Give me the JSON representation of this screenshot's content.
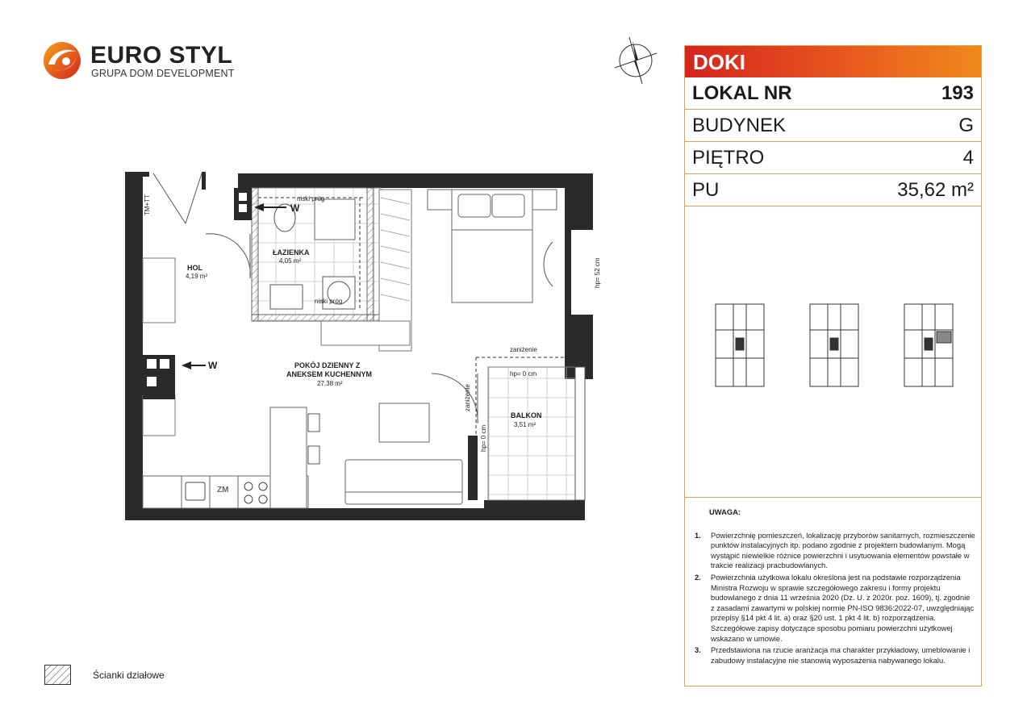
{
  "brand": {
    "name": "EURO STYL",
    "subtitle": "GRUPA DOM DEVELOPMENT"
  },
  "panel": {
    "project": "DOKI",
    "rows": [
      {
        "label": "LOKAL NR",
        "value": "193"
      },
      {
        "label": "BUDYNEK",
        "value": "G"
      },
      {
        "label": "PIĘTRO",
        "value": "4"
      },
      {
        "label": "PU",
        "value": "35,62 m²"
      }
    ],
    "notes_title": "UWAGA:",
    "notes": [
      {
        "num": "1.",
        "text": "Powierzchnię pomieszczeń, lokalizację przyborów sanitarnych, rozmieszczenie punktów instalacyjnych itp. podano zgodnie z projektem budowlanym. Mogą wystąpić niewielkie różnice powierzchni i usytuowania elementów powstałe w trakcie realizacji pracbudowlanych."
      },
      {
        "num": "2.",
        "text": "Powierzchnia użytkowa lokalu określona jest na podstawie rozporządzenia Ministra Rozwoju w sprawie szczegółowego zakresu i formy projektu budowlanego z dnia 11 września 2020 (Dz. U. z 2020r. poz. 1609), tj. zgodnie z zasadami zawartymi w polskiej normie PN-ISO 9836:2022-07, uwzględniając przepisy §14 pkt 4 lit. a) oraz §20 ust. 1 pkt 4 lit. b) rozporządzenia. Szczegółowe zapisy dotyczące sposobu pomiaru powierzchni użytkowej wskazano w umowie."
      },
      {
        "num": "3.",
        "text": "Przedstawiona na rzucie aranżacja ma charakter przykładowy, umeblowanie i zabudowy instalacyjne nie stanowią wyposażenia nabywanego lokalu."
      }
    ]
  },
  "plan": {
    "rooms": [
      {
        "name": "HOL",
        "area": "4,19 m²"
      },
      {
        "name": "ŁAZIENKA",
        "area": "4,05 m²"
      },
      {
        "name_line1": "POKÓJ DZIENNY Z",
        "name_line2": "ANEKSEM KUCHENNYM",
        "area": "27,38 m²"
      },
      {
        "name": "BALKON",
        "area": "3,51 m²"
      }
    ],
    "annotations": {
      "niski_prog": "niski próg",
      "zanizenie": "zaniżenie",
      "hp_0": "hp= 0 cm",
      "hp_52": "hp= 52 cm",
      "w": "W",
      "tm_tt": "TM+TT",
      "zm": "ZM"
    }
  },
  "legend": {
    "label": "Ścianki działowe"
  },
  "colors": {
    "accent_red": "#d4241e",
    "accent_orange": "#f08a1c",
    "wall": "#222222"
  }
}
